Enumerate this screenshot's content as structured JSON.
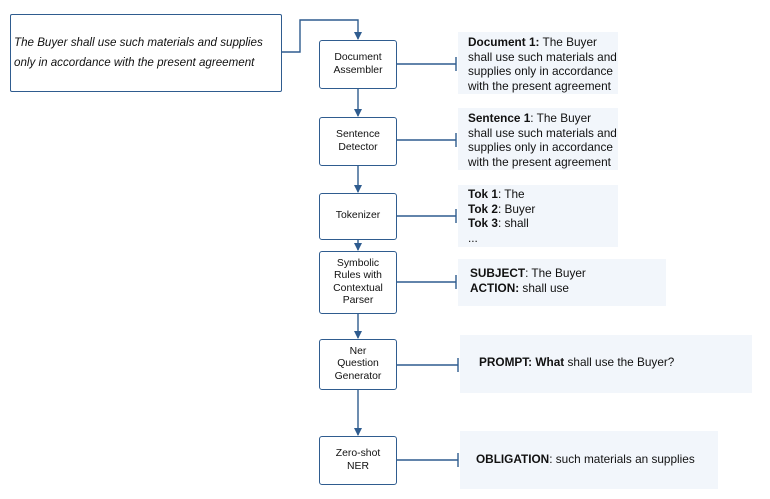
{
  "input_text": {
    "line1": "The Buyer shall use such materials and supplies",
    "line2": "only in accordance with the present agreement"
  },
  "steps": [
    {
      "label": "Document\nAssembler"
    },
    {
      "label": "Sentence\nDetector"
    },
    {
      "label": "Tokenizer"
    },
    {
      "label": "Symbolic\nRules with\nContextual\nParser"
    },
    {
      "label": "Ner\nQuestion\nGenerator"
    },
    {
      "label": "Zero-shot\nNER"
    }
  ],
  "outputs": {
    "document": {
      "key": "Document 1:",
      "l1": " The Buyer",
      "l2": "shall use such materials and",
      "l3": "supplies only in accordance",
      "l4": "with the present agreement"
    },
    "sentence": {
      "key": "Sentence 1",
      "l1": ": The Buyer",
      "l2": "shall use such materials and",
      "l3": "supplies only in accordance",
      "l4": "with the present agreement"
    },
    "tokens": {
      "k1": "Tok 1",
      "v1": ": The",
      "k2": "Tok 2",
      "v2": ": Buyer",
      "k3": "Tok 3",
      "v3": ": shall",
      "more": "..."
    },
    "rules": {
      "k1": "SUBJECT",
      "v1": ": The Buyer",
      "k2": "ACTION:",
      "v2": " shall use"
    },
    "prompt": {
      "k1": "PROMPT: What",
      "v1": " shall use the Buyer?"
    },
    "ner": {
      "k1": "OBLIGATION",
      "v1": ": such materials an supplies"
    }
  },
  "colors": {
    "border": "#2f5c8f",
    "note_bg": "#f2f6fb"
  }
}
